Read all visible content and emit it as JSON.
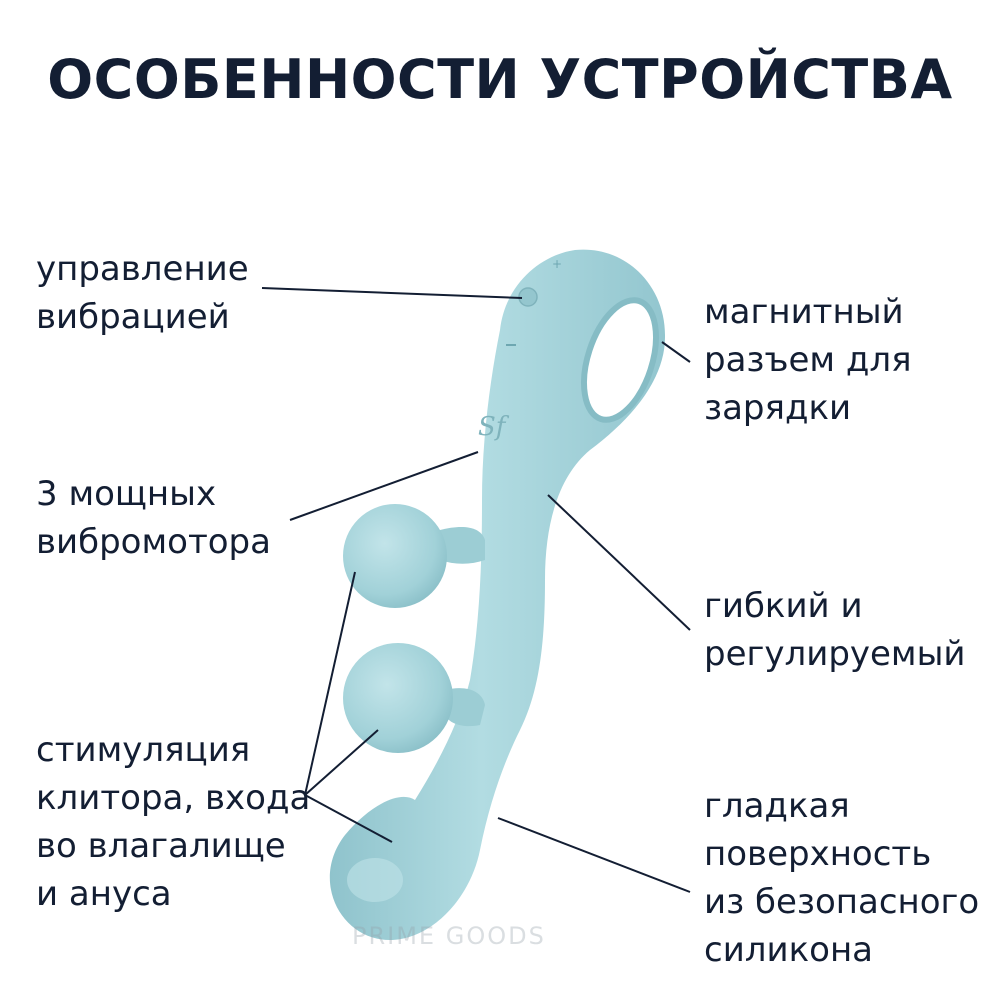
{
  "title": "ОСОБЕННОСТИ УСТРОЙСТВА",
  "colors": {
    "text": "#131e33",
    "device_body": "#a3d3da",
    "device_shade": "#86bcc5",
    "device_highlight": "#c6e6ea",
    "line": "#131e33"
  },
  "labels": {
    "vibration_control": [
      "управление",
      "вибрацией"
    ],
    "motors": [
      "3 мощных",
      "вибромотора"
    ],
    "stimulation": [
      "стимуляция",
      "клитора, входа",
      "во влагалище",
      "и ануса"
    ],
    "charging": [
      "магнитный",
      "разъем для",
      "зарядки"
    ],
    "flexible": [
      "гибкий и",
      "регулируемый"
    ],
    "surface": [
      "гладкая",
      "поверхность",
      "из безопасного",
      "силикона"
    ]
  },
  "watermark": "PRIME GOODS"
}
